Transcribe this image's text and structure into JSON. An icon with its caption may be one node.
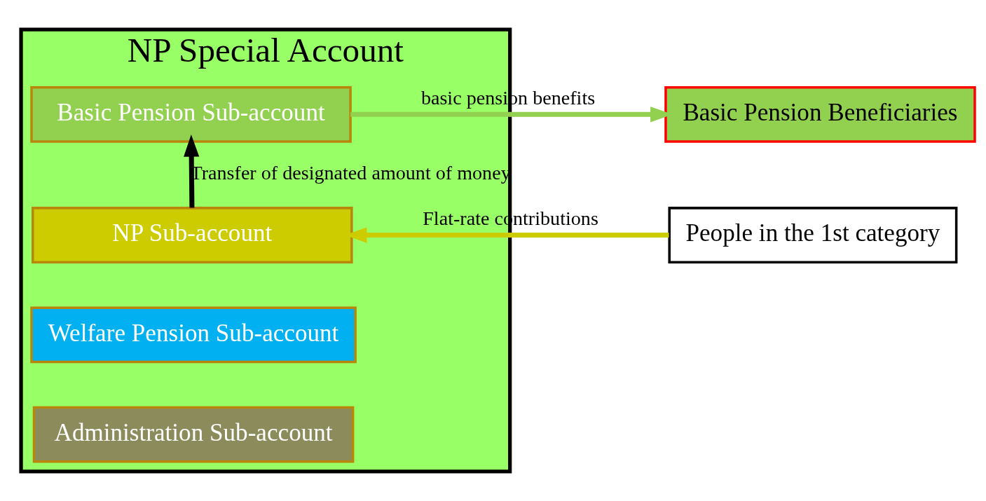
{
  "diagram": {
    "nodes": [
      {
        "text": [
          "NP Special Account"
        ]
      },
      {
        "text": [
          "Basic Pension Sub-account"
        ],
        "in": 0
      },
      {
        "text": [
          "NP Sub-account"
        ],
        "in": 0
      },
      {
        "text": [
          "Welfare Pension Sub-account"
        ],
        "in": 0
      },
      {
        "text": [
          "Administration Sub-account"
        ],
        "in": 0
      },
      {
        "text": [
          "People in the 1st category"
        ]
      },
      {
        "text": [
          "Basic Pension Beneficiaries"
        ]
      }
    ],
    "edges": [
      {
        "from": 5,
        "to": 2,
        "arrow": "to",
        "label": "Flat-rate contributions",
        "color": "#cccc00"
      },
      {
        "from": 2,
        "to": 1,
        "arrow": "to",
        "label": "Transfer of designated amount of money",
        "color": "#000000"
      },
      {
        "from": 1,
        "to": 6,
        "arrow": "to",
        "label": "basic pension benefits",
        "color": "#92d050"
      }
    ]
  }
}
